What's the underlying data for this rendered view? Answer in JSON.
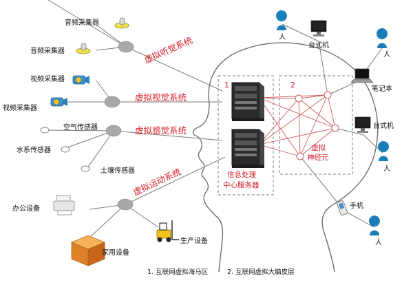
{
  "devices": {
    "audio1": "音频采集器",
    "audio2": "音频采集器",
    "video1": "视频采集器",
    "video2": "视频采集器",
    "air": "空气传感器",
    "water": "水系传感器",
    "soil": "土壤传感器",
    "office": "办公设备",
    "home": "家用设备",
    "production": "生产设备"
  },
  "systems": {
    "hearing": "虚拟听觉系统",
    "vision": "虚拟视觉系统",
    "sense": "虚拟感觉系统",
    "motion": "虚拟运动系统"
  },
  "center": {
    "box1_number": "1",
    "box2_number": "2",
    "server_line1": "信息处理",
    "server_line2": "中心服务器",
    "neuron_line1": "虚拟",
    "neuron_line2": "神经元"
  },
  "right": {
    "person": "人",
    "desktop1": "台式机",
    "notebook": "笔记本",
    "desktop2": "台式机",
    "phone": "手机"
  },
  "captions": {
    "c1": "1. 互联网虚拟海马区",
    "c2": "2. 互联网虚拟大脑皮层"
  },
  "colors": {
    "accent": "#d8202a",
    "hub": "#a8a8a8",
    "person": "#1a7fb8"
  }
}
